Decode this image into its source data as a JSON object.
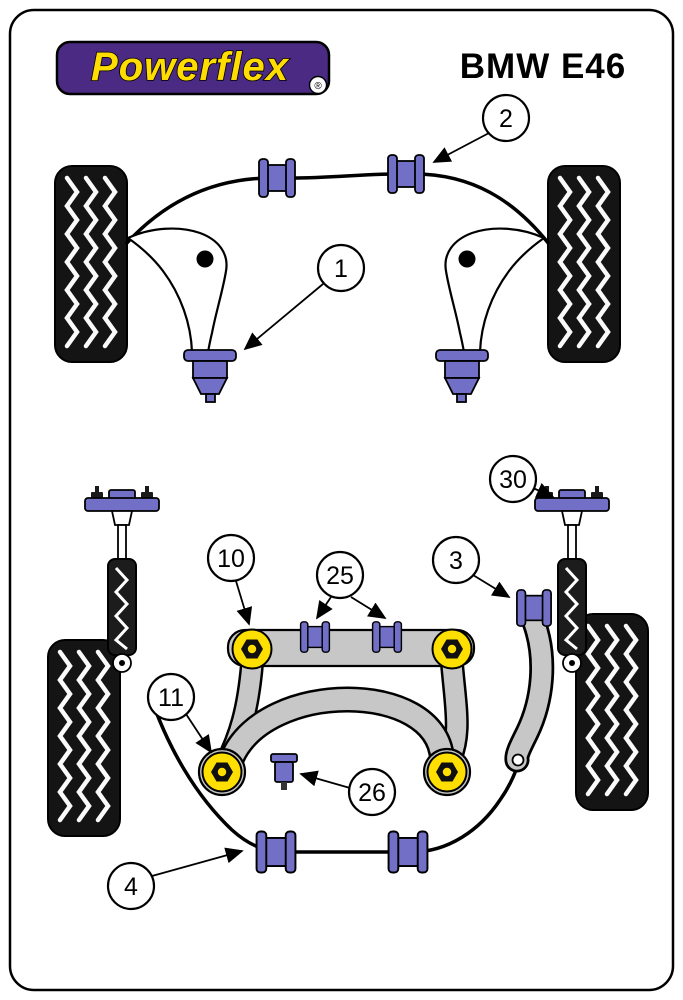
{
  "header": {
    "brand": "Powerflex",
    "registered_mark": "®",
    "model": "BMW E46"
  },
  "callouts": [
    {
      "label": "2"
    },
    {
      "label": "1"
    },
    {
      "label": "30"
    },
    {
      "label": "10"
    },
    {
      "label": "25"
    },
    {
      "label": "3"
    },
    {
      "label": "11"
    },
    {
      "label": "26"
    },
    {
      "label": "4"
    }
  ],
  "colors": {
    "bush_purple": "#7170c6",
    "bush_yellow": "#ffdf00",
    "part_gray": "#c7c7c7",
    "logo_purple": "#4a2a82",
    "logo_yellow": "#ffdd00",
    "ink": "#000000",
    "paper": "#ffffff"
  }
}
